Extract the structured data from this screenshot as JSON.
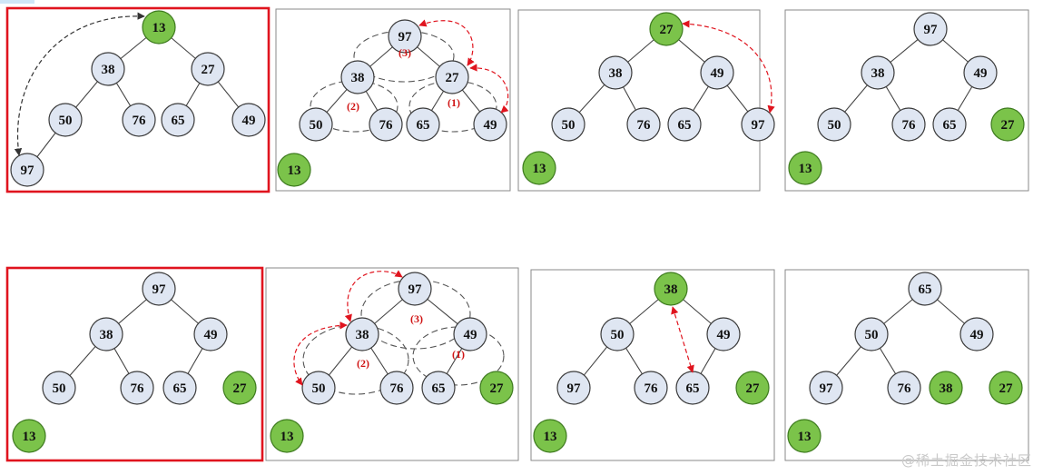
{
  "colors": {
    "node_fill": "#dfe6f2",
    "node_stroke": "#3a3a3a",
    "sorted_fill": "#7bc34a",
    "sorted_stroke": "#3d7a1e",
    "edge": "#444444",
    "highlight_border": "#e0141e",
    "arrow_red": "#e0141e",
    "arrow_black": "#333333",
    "ellipse": "#555555",
    "label_red": "#d01414"
  },
  "watermark": "@稀土掘金技术社区",
  "panels": [
    {
      "id": "p1",
      "highlighted": true,
      "nodes": [
        {
          "v": "13",
          "sorted": true
        },
        {
          "v": "38"
        },
        {
          "v": "27"
        },
        {
          "v": "50"
        },
        {
          "v": "76"
        },
        {
          "v": "65"
        },
        {
          "v": "49"
        },
        {
          "v": "97"
        }
      ],
      "edges": [
        [
          0,
          1
        ],
        [
          0,
          2
        ],
        [
          1,
          3
        ],
        [
          1,
          4
        ],
        [
          2,
          5
        ],
        [
          2,
          6
        ],
        [
          3,
          7
        ]
      ]
    },
    {
      "id": "p2",
      "highlighted": false,
      "nodes": [
        {
          "v": "97"
        },
        {
          "v": "38"
        },
        {
          "v": "27"
        },
        {
          "v": "50"
        },
        {
          "v": "76"
        },
        {
          "v": "65"
        },
        {
          "v": "49"
        },
        {
          "v": "13",
          "sorted": true
        }
      ],
      "edges": [
        [
          0,
          1
        ],
        [
          0,
          2
        ],
        [
          1,
          3
        ],
        [
          1,
          4
        ],
        [
          2,
          5
        ],
        [
          2,
          6
        ]
      ],
      "labels": [
        "(3)",
        "(2)",
        "(1)"
      ]
    },
    {
      "id": "p3",
      "highlighted": false,
      "nodes": [
        {
          "v": "27",
          "sorted": true
        },
        {
          "v": "38"
        },
        {
          "v": "49"
        },
        {
          "v": "50"
        },
        {
          "v": "76"
        },
        {
          "v": "65"
        },
        {
          "v": "97"
        },
        {
          "v": "13",
          "sorted": true
        }
      ],
      "edges": [
        [
          0,
          1
        ],
        [
          0,
          2
        ],
        [
          1,
          3
        ],
        [
          1,
          4
        ],
        [
          2,
          5
        ],
        [
          2,
          6
        ]
      ]
    },
    {
      "id": "p4",
      "highlighted": false,
      "nodes": [
        {
          "v": "97"
        },
        {
          "v": "38"
        },
        {
          "v": "49"
        },
        {
          "v": "50"
        },
        {
          "v": "76"
        },
        {
          "v": "65"
        },
        {
          "v": "27",
          "sorted": true
        },
        {
          "v": "13",
          "sorted": true
        }
      ],
      "edges": [
        [
          0,
          1
        ],
        [
          0,
          2
        ],
        [
          1,
          3
        ],
        [
          1,
          4
        ],
        [
          2,
          5
        ]
      ]
    },
    {
      "id": "p5",
      "highlighted": true,
      "nodes": [
        {
          "v": "97"
        },
        {
          "v": "38"
        },
        {
          "v": "49"
        },
        {
          "v": "50"
        },
        {
          "v": "76"
        },
        {
          "v": "65"
        },
        {
          "v": "27",
          "sorted": true
        },
        {
          "v": "13",
          "sorted": true
        }
      ],
      "edges": [
        [
          0,
          1
        ],
        [
          0,
          2
        ],
        [
          1,
          3
        ],
        [
          1,
          4
        ],
        [
          2,
          5
        ]
      ]
    },
    {
      "id": "p6",
      "highlighted": false,
      "nodes": [
        {
          "v": "97"
        },
        {
          "v": "38"
        },
        {
          "v": "49"
        },
        {
          "v": "50"
        },
        {
          "v": "76"
        },
        {
          "v": "65"
        },
        {
          "v": "27",
          "sorted": true
        },
        {
          "v": "13",
          "sorted": true
        }
      ],
      "edges": [
        [
          0,
          1
        ],
        [
          0,
          2
        ],
        [
          1,
          3
        ],
        [
          1,
          4
        ],
        [
          2,
          5
        ]
      ],
      "labels": [
        "(3)",
        "(2)",
        "(1)"
      ]
    },
    {
      "id": "p7",
      "highlighted": false,
      "nodes": [
        {
          "v": "38",
          "sorted": true
        },
        {
          "v": "50"
        },
        {
          "v": "49"
        },
        {
          "v": "97"
        },
        {
          "v": "76"
        },
        {
          "v": "65"
        },
        {
          "v": "27",
          "sorted": true
        },
        {
          "v": "13",
          "sorted": true
        }
      ],
      "edges": [
        [
          0,
          1
        ],
        [
          0,
          2
        ],
        [
          1,
          3
        ],
        [
          1,
          4
        ],
        [
          2,
          5
        ]
      ]
    },
    {
      "id": "p8",
      "highlighted": false,
      "nodes": [
        {
          "v": "65"
        },
        {
          "v": "50"
        },
        {
          "v": "49"
        },
        {
          "v": "97"
        },
        {
          "v": "76"
        },
        {
          "v": "38",
          "sorted": true
        },
        {
          "v": "27",
          "sorted": true
        },
        {
          "v": "13",
          "sorted": true
        }
      ],
      "edges": [
        [
          0,
          1
        ],
        [
          0,
          2
        ],
        [
          1,
          3
        ],
        [
          1,
          4
        ]
      ]
    }
  ]
}
